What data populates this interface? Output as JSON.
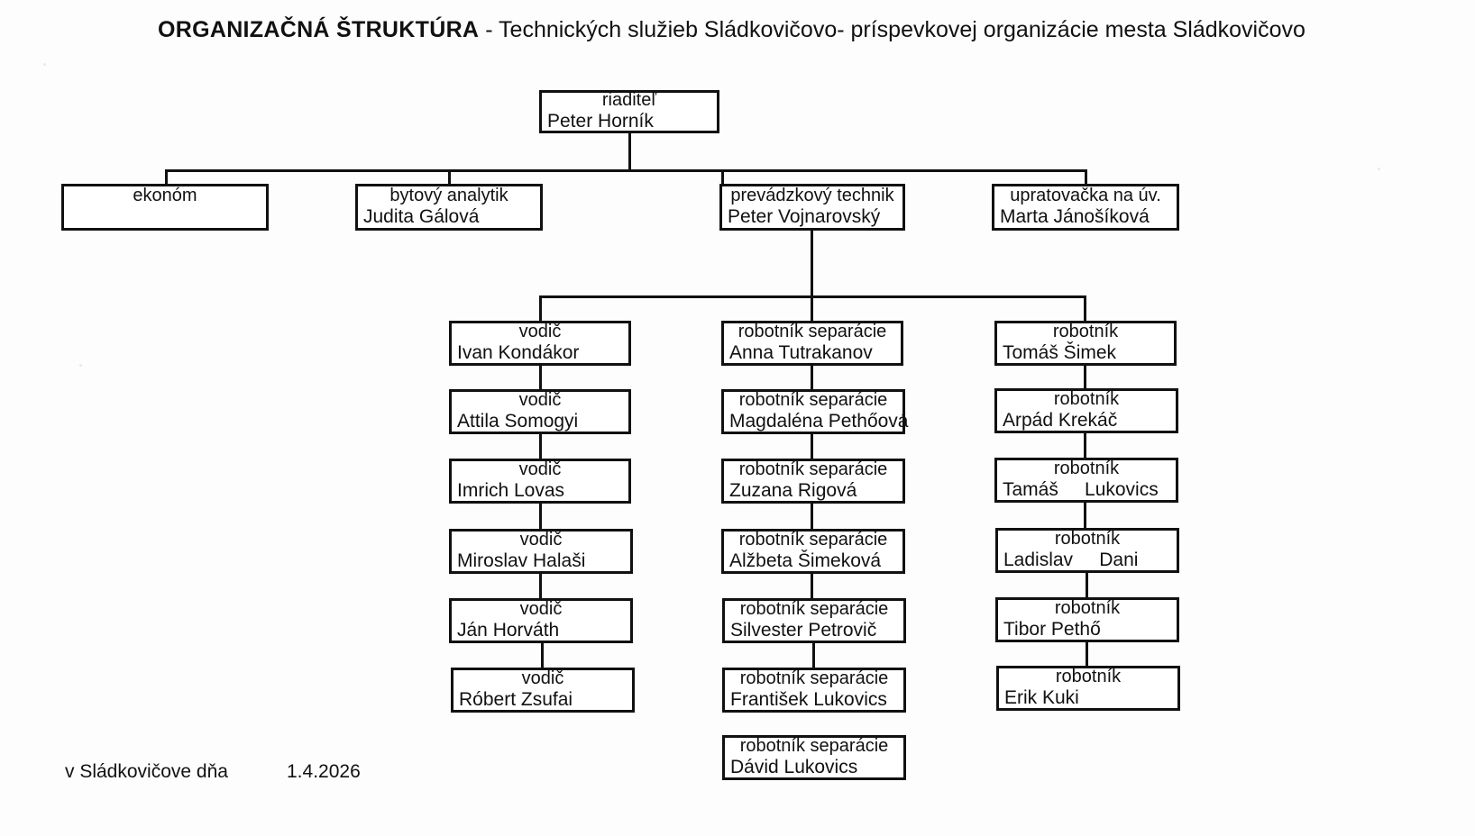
{
  "title": {
    "strong": "ORGANIZAČNÁ ŠTRUKTÚRA",
    "rest": " - Technických služieb Sládkovičovo- príspevkovej organizácie mesta Sládkovičovo"
  },
  "root": {
    "role": "riaditeľ",
    "person": "Peter Horník"
  },
  "level2": [
    {
      "role": "ekonóm",
      "person": ""
    },
    {
      "role": "bytový analytik",
      "person": "Judita Gálová"
    },
    {
      "role": "prevádzkový technik",
      "person": "Peter Vojnarovský"
    },
    {
      "role": "upratovačka na úv.",
      "person": "Marta Jánošíková"
    }
  ],
  "column_drivers": [
    {
      "role": "vodič",
      "person": "Ivan Kondákor"
    },
    {
      "role": "vodič",
      "person": "Attila Somogyi"
    },
    {
      "role": "vodič",
      "person": "Imrich Lovas"
    },
    {
      "role": "vodič",
      "person": "Miroslav Halaši"
    },
    {
      "role": "vodič",
      "person": "Ján Horváth"
    },
    {
      "role": "vodič",
      "person": "Róbert Zsufai"
    }
  ],
  "column_separation": [
    {
      "role": "robotník separácie",
      "person": "Anna Tutrakanov"
    },
    {
      "role": "robotník separácie",
      "person": "Magdaléna Pethőová"
    },
    {
      "role": "robotník separácie",
      "person": "Zuzana Rigová"
    },
    {
      "role": "robotník separácie",
      "person": "Alžbeta Šimeková"
    },
    {
      "role": "robotník separácie",
      "person": "Silvester Petrovič"
    },
    {
      "role": "robotník separácie",
      "person": "František Lukovics"
    },
    {
      "role": "robotník separácie",
      "person": "Dávid Lukovics"
    }
  ],
  "column_workers": [
    {
      "role": "robotník",
      "person": "Tomáš Šimek"
    },
    {
      "role": "robotník",
      "person": "Arpád Krekáč"
    },
    {
      "role": "robotník",
      "person": "Tamáš     Lukovics"
    },
    {
      "role": "robotník",
      "person": "Ladislav     Dani"
    },
    {
      "role": "robotník",
      "person": "Tibor Pethő"
    },
    {
      "role": "robotník",
      "person": "Erik Kuki"
    }
  ],
  "footer": {
    "place": "v Sládkovičove dňa",
    "date": "1.4.2026"
  },
  "colors": {
    "ink": "#111111",
    "paper": "#fdfdfd"
  }
}
